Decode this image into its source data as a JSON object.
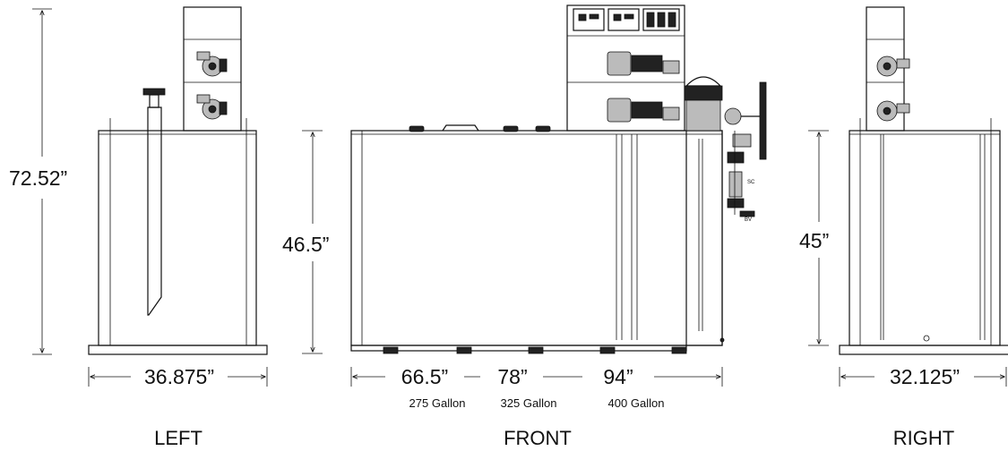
{
  "left_view": {
    "title": "LEFT",
    "height_label": "72.52”",
    "width_label": "36.875”"
  },
  "front_view": {
    "title": "FRONT",
    "height_label": "46.5”",
    "length_labels": [
      "66.5”",
      "78”",
      "94”"
    ],
    "capacity_labels": [
      "275 Gallon",
      "325 Gallon",
      "400 Gallon"
    ],
    "valve_labels": [
      "SC",
      "BV"
    ]
  },
  "right_view": {
    "title": "RIGHT",
    "height_label": "45”",
    "width_label": "32.125”"
  }
}
